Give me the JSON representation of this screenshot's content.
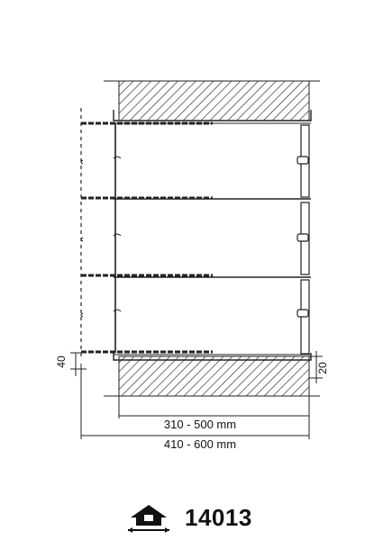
{
  "dimensions": {
    "inner_width_label": "310 - 500 mm",
    "outer_width_label": "410 - 600 mm",
    "left_offset_label": "40",
    "right_offset_label": "20"
  },
  "footer": {
    "product_code": "14013",
    "icon": "house-mounting-icon"
  },
  "colors": {
    "line": "#222222",
    "hatch": "#333333",
    "background": "#ffffff"
  }
}
